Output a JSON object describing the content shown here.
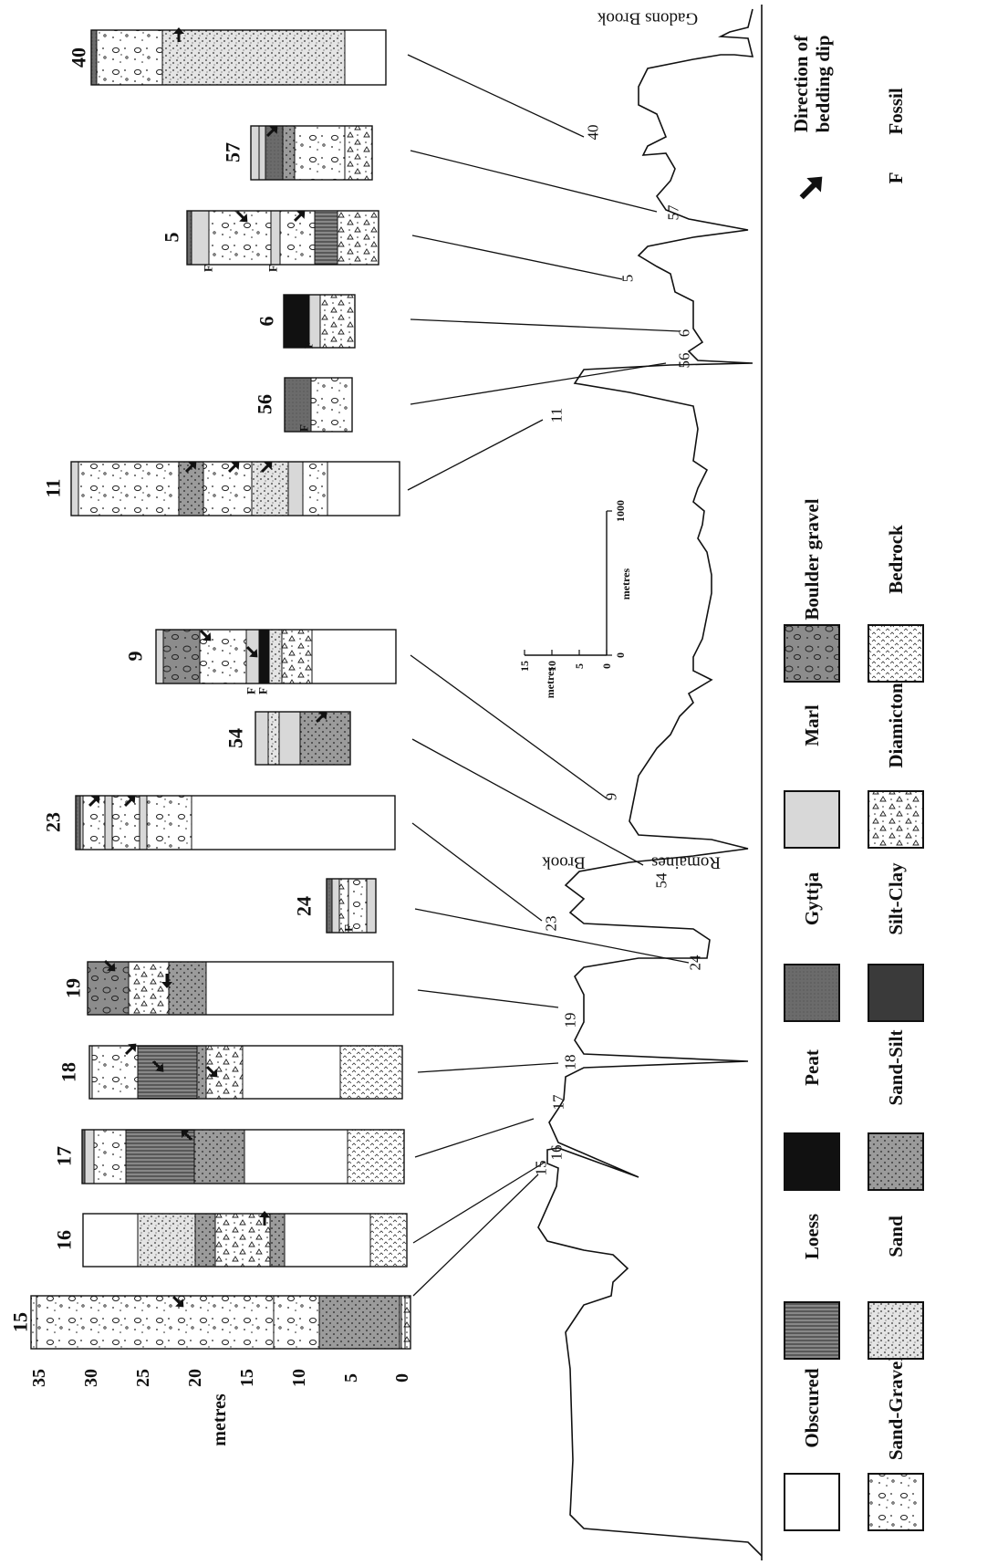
{
  "diagram": {
    "depth_axis": {
      "label": "metres",
      "ticks": [
        "35",
        "30",
        "25",
        "20",
        "15",
        "10",
        "5",
        "0"
      ]
    },
    "sections": [
      {
        "id": "15"
      },
      {
        "id": "16"
      },
      {
        "id": "17"
      },
      {
        "id": "18"
      },
      {
        "id": "19"
      },
      {
        "id": "24"
      },
      {
        "id": "23"
      },
      {
        "id": "54"
      },
      {
        "id": "9"
      },
      {
        "id": "11"
      },
      {
        "id": "56"
      },
      {
        "id": "6"
      },
      {
        "id": "5"
      },
      {
        "id": "57"
      },
      {
        "id": "40"
      }
    ],
    "profile_labels": [
      "15",
      "16",
      "17",
      "18",
      "19",
      "24",
      "23",
      "54",
      "9",
      "11",
      "56",
      "6",
      "5",
      "57",
      "40"
    ],
    "brooks": {
      "romaines_left": "Brook",
      "romaines_right": "Romaines",
      "gadons": "Gadons Brook"
    },
    "scale_bar": {
      "vertical_label": "metres",
      "vertical_ticks": [
        "15",
        "10",
        "5",
        "0"
      ],
      "horizontal_label": "metres",
      "horizontal_ticks": [
        "0",
        "1000"
      ]
    },
    "fossil_marker": "F"
  },
  "legend": {
    "row1": [
      "Obscured",
      "Loess",
      "Peat",
      "Gyttja",
      "Marl",
      "Boulder gravel"
    ],
    "row2": [
      "Sand-Gravel",
      "Sand",
      "Sand-Silt",
      "Silt-Clay",
      "Diamicton",
      "Bedrock"
    ],
    "dip": "Direction of bedding dip",
    "fossil_symbol": "F",
    "fossil": "Fossil"
  }
}
